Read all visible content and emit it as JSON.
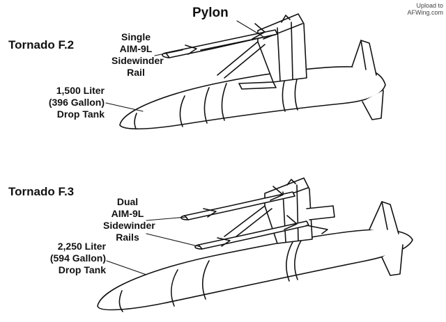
{
  "pylon_label": "Pylon",
  "watermark": [
    "Upload to",
    "AFWing.com"
  ],
  "top": {
    "title": "Tornado F.2",
    "rail_label": [
      "Single",
      "AIM-9L",
      "Sidewinder",
      "Rail"
    ],
    "tank_label": [
      "1,500 Liter",
      "(396 Gallon)",
      "Drop Tank"
    ]
  },
  "bottom": {
    "title": "Tornado F.3",
    "rail_label": [
      "Dual",
      "AIM-9L",
      "Sidewinder",
      "Rails"
    ],
    "tank_label": [
      "2,250 Liter",
      "(594 Gallon)",
      "Drop Tank"
    ]
  },
  "colors": {
    "line": "#111111",
    "background": "#ffffff"
  }
}
